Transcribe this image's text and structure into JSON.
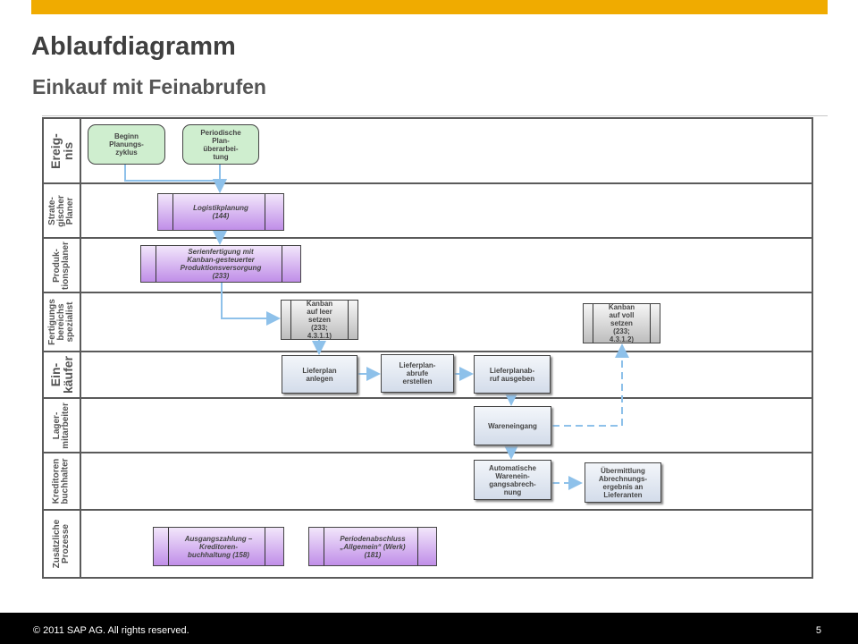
{
  "header": {
    "title": "Ablaufdiagramm",
    "subtitle": "Einkauf mit Feinabrufen",
    "accent_color": "#f0ab00"
  },
  "lanes": [
    {
      "label": "Ereig-\nnis"
    },
    {
      "label": "Strate-\ngischer\nPlaner"
    },
    {
      "label": "Produk-\ntionsplaner"
    },
    {
      "label": "Fertigungs\nbereichs\nspezialist"
    },
    {
      "label": "Ein-\nkäufer"
    },
    {
      "label": "Lager-\nmitarbeiter"
    },
    {
      "label": "Kreditoren\nbuchhalter"
    },
    {
      "label": "Zusätzliche\nProzesse"
    }
  ],
  "nodes": {
    "beginn": "Beginn\nPlanungs-\nzyklus",
    "periodische": "Periodische\nPlan-\nüberarbei-\ntung",
    "logistik": "Logistikplanung\n(144)",
    "serien": "Serienfertigung mit\nKanban-gesteuerter\nProduktionsversorgung\n(233)",
    "kanban_leer": "Kanban\nauf leer\nsetzen\n(233;\n4.3.1.1)",
    "kanban_voll": "Kanban\nauf voll\nsetzen\n(233;\n4.3.1.2)",
    "lieferplan_anlegen": "Lieferplan\nanlegen",
    "lieferplan_abrufe": "Lieferplan-\nabrufe\nerstellen",
    "lieferplanabruf": "Lieferplanab-\nruf ausgeben",
    "wareneingang": "Wareneingang",
    "automatische": "Automatische\nWarenein-\ngangsabrech-\nnung",
    "uebermittlung": "Übermittlung\nAbrechnungs-\nergebnis an\nLieferanten",
    "ausgangszahlung": "Ausgangszahlung –\nKreditoren-\nbuchhaltung (158)",
    "periodenabschluss": "Periodenabschluss\n„Allgemein“ (Werk)\n(181)"
  },
  "footer": {
    "copyright": "© 2011 SAP AG. All rights reserved.",
    "page_number": "5"
  }
}
